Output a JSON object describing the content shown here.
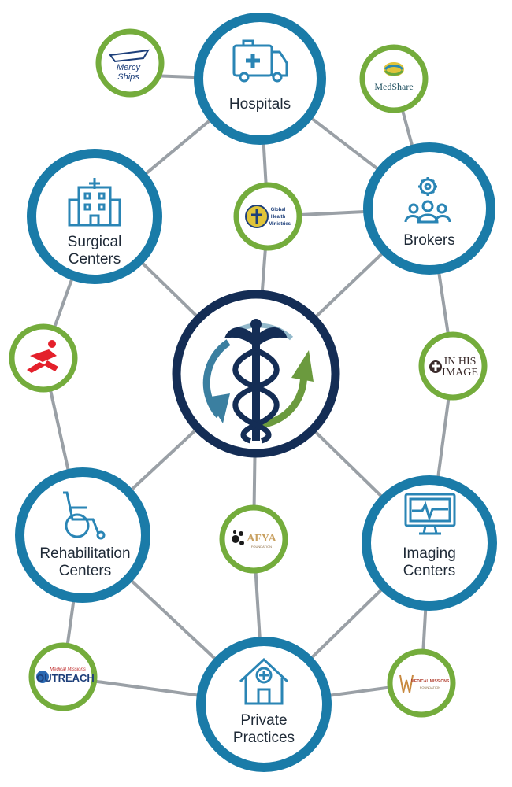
{
  "colors": {
    "primary_ring": "#1a7ba8",
    "partner_ring": "#74ac3c",
    "center_ring": "#142d55",
    "icon_blue": "#2a85b5",
    "edge": "#9aa0a6",
    "arrow_blue": "#3b7fa0",
    "arrow_green": "#6b9a3e"
  },
  "nodes": {
    "hospitals": {
      "label": "Hospitals",
      "icon": "ambulance-icon"
    },
    "surgical": {
      "label_line1": "Surgical",
      "label_line2": "Centers",
      "icon": "building-icon"
    },
    "brokers": {
      "label": "Brokers",
      "icon": "people-gear-icon"
    },
    "rehab": {
      "label_line1": "Rehabilitation",
      "label_line2": "Centers",
      "icon": "wheelchair-icon"
    },
    "imaging": {
      "label_line1": "Imaging",
      "label_line2": "Centers",
      "icon": "monitor-icon"
    },
    "private": {
      "label_line1": "Private",
      "label_line2": "Practices",
      "icon": "clinic-house-icon"
    },
    "center": {
      "icon": "caduceus-icon"
    }
  },
  "partners": {
    "mercy_ships": {
      "line1": "Mercy",
      "line2": "Ships"
    },
    "medshare": {
      "text": "MedShare"
    },
    "global_health": {
      "line1": "Global",
      "line2": "Health",
      "line3": "Ministries"
    },
    "msf": {
      "icon": "msf-logo-icon"
    },
    "in_his_image": {
      "line1": "IN HIS",
      "line2": "IMAGE"
    },
    "afya": {
      "text": "AFYA",
      "sub": "FOUNDATION"
    },
    "mmo": {
      "line1": "Medical Missions",
      "line2": "OUTREACH"
    },
    "mmf": {
      "line1": "MEDICAL MISSIONS",
      "line2": "FOUNDATION"
    }
  }
}
